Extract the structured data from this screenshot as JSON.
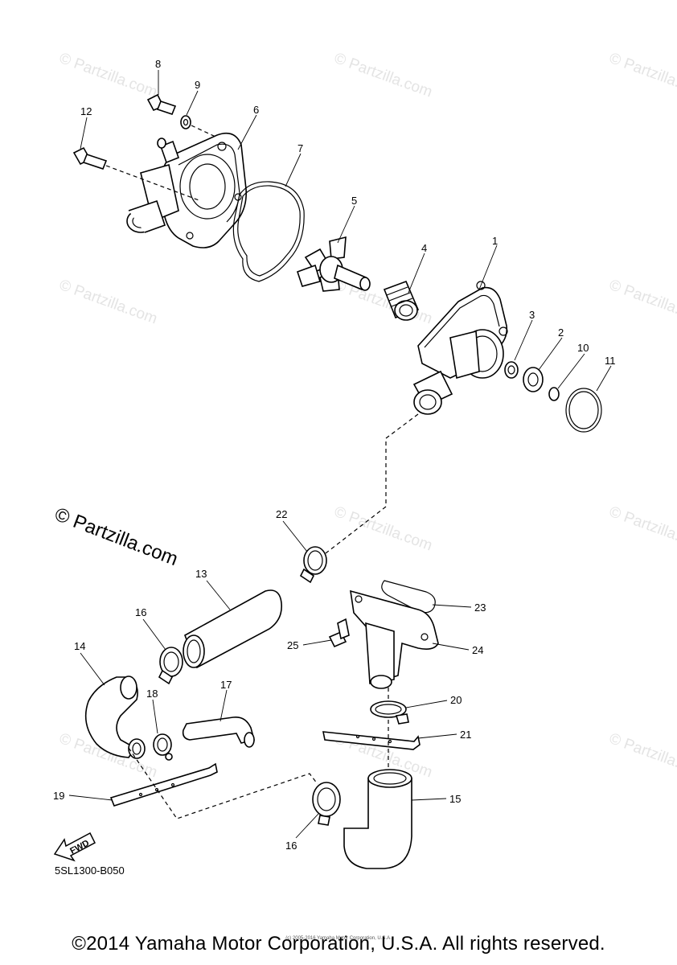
{
  "watermark": {
    "small_text": "© Partzilla.com",
    "large_text": "© Partzilla.com"
  },
  "diagram": {
    "part_numbers": [
      "1",
      "2",
      "3",
      "4",
      "5",
      "6",
      "7",
      "8",
      "9",
      "10",
      "11",
      "12",
      "13",
      "14",
      "15",
      "16",
      "16",
      "17",
      "18",
      "19",
      "20",
      "21",
      "22",
      "23",
      "24",
      "25"
    ],
    "fwd_label": "FWD",
    "drawing_code": "5SL1300-B050"
  },
  "footer": {
    "copyright": "©2014 Yamaha Motor Corporation, U.S.A. All rights reserved.",
    "small_copyright": "(c) 2005-2016 Yamaha Motor Corporation, U.S.A."
  }
}
